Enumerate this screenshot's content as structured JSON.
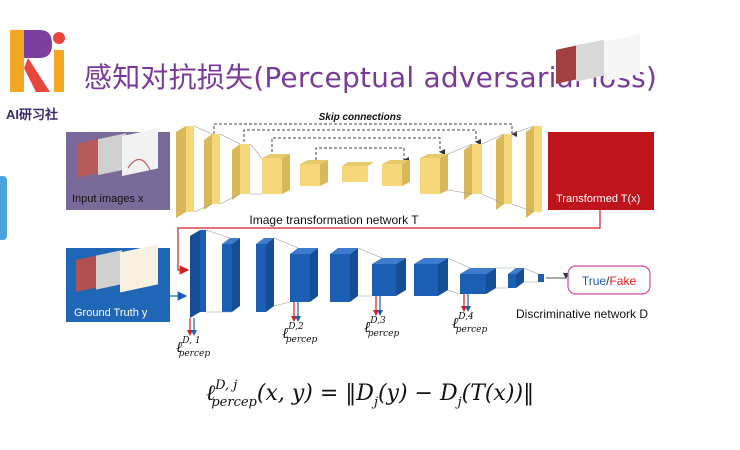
{
  "logo": {
    "text": "AI研习社",
    "mark_colors": [
      "#f5a623",
      "#7b3fa0",
      "#e8463c"
    ]
  },
  "title": "感知对抗损失(Perceptual adversarial loss)",
  "diagram": {
    "skip_label": "Skip connections",
    "input_label": "Input images x",
    "transformed_label": "Transformed T(x)",
    "ground_truth_label": "Ground Truth y",
    "transform_net_label": "Image transformation network T",
    "discrim_net_label": "Discriminative network D",
    "output_true": "True",
    "output_sep": "/",
    "output_fake": "Fake",
    "percep_labels": [
      {
        "sym": "ℓ",
        "sup": "D, 1",
        "sub": "percep"
      },
      {
        "sym": "ℓ",
        "sup": "D,2",
        "sub": "percep"
      },
      {
        "sym": "ℓ",
        "sup": "D,3",
        "sub": "percep"
      },
      {
        "sym": "ℓ",
        "sup": "D,4",
        "sub": "percep"
      }
    ],
    "colors": {
      "transform_block": "#f5d77a",
      "discrim_block": "#1a5fb4",
      "input_box": "#7a6a9a",
      "transformed_box": "#c0141c",
      "ground_box": "#1f66b6",
      "true_text": "#1a5fb4",
      "fake_text": "#e0201c"
    }
  },
  "formula": {
    "lhs_sym": "ℓ",
    "lhs_sup": "D, j",
    "lhs_sub": "percep",
    "lhs_args": "(x, y) = ",
    "rhs": "‖D",
    "rhs_sub1": "j",
    "rhs_mid": "(y) − D",
    "rhs_sub2": "j",
    "rhs_end": "(T(x))‖"
  }
}
